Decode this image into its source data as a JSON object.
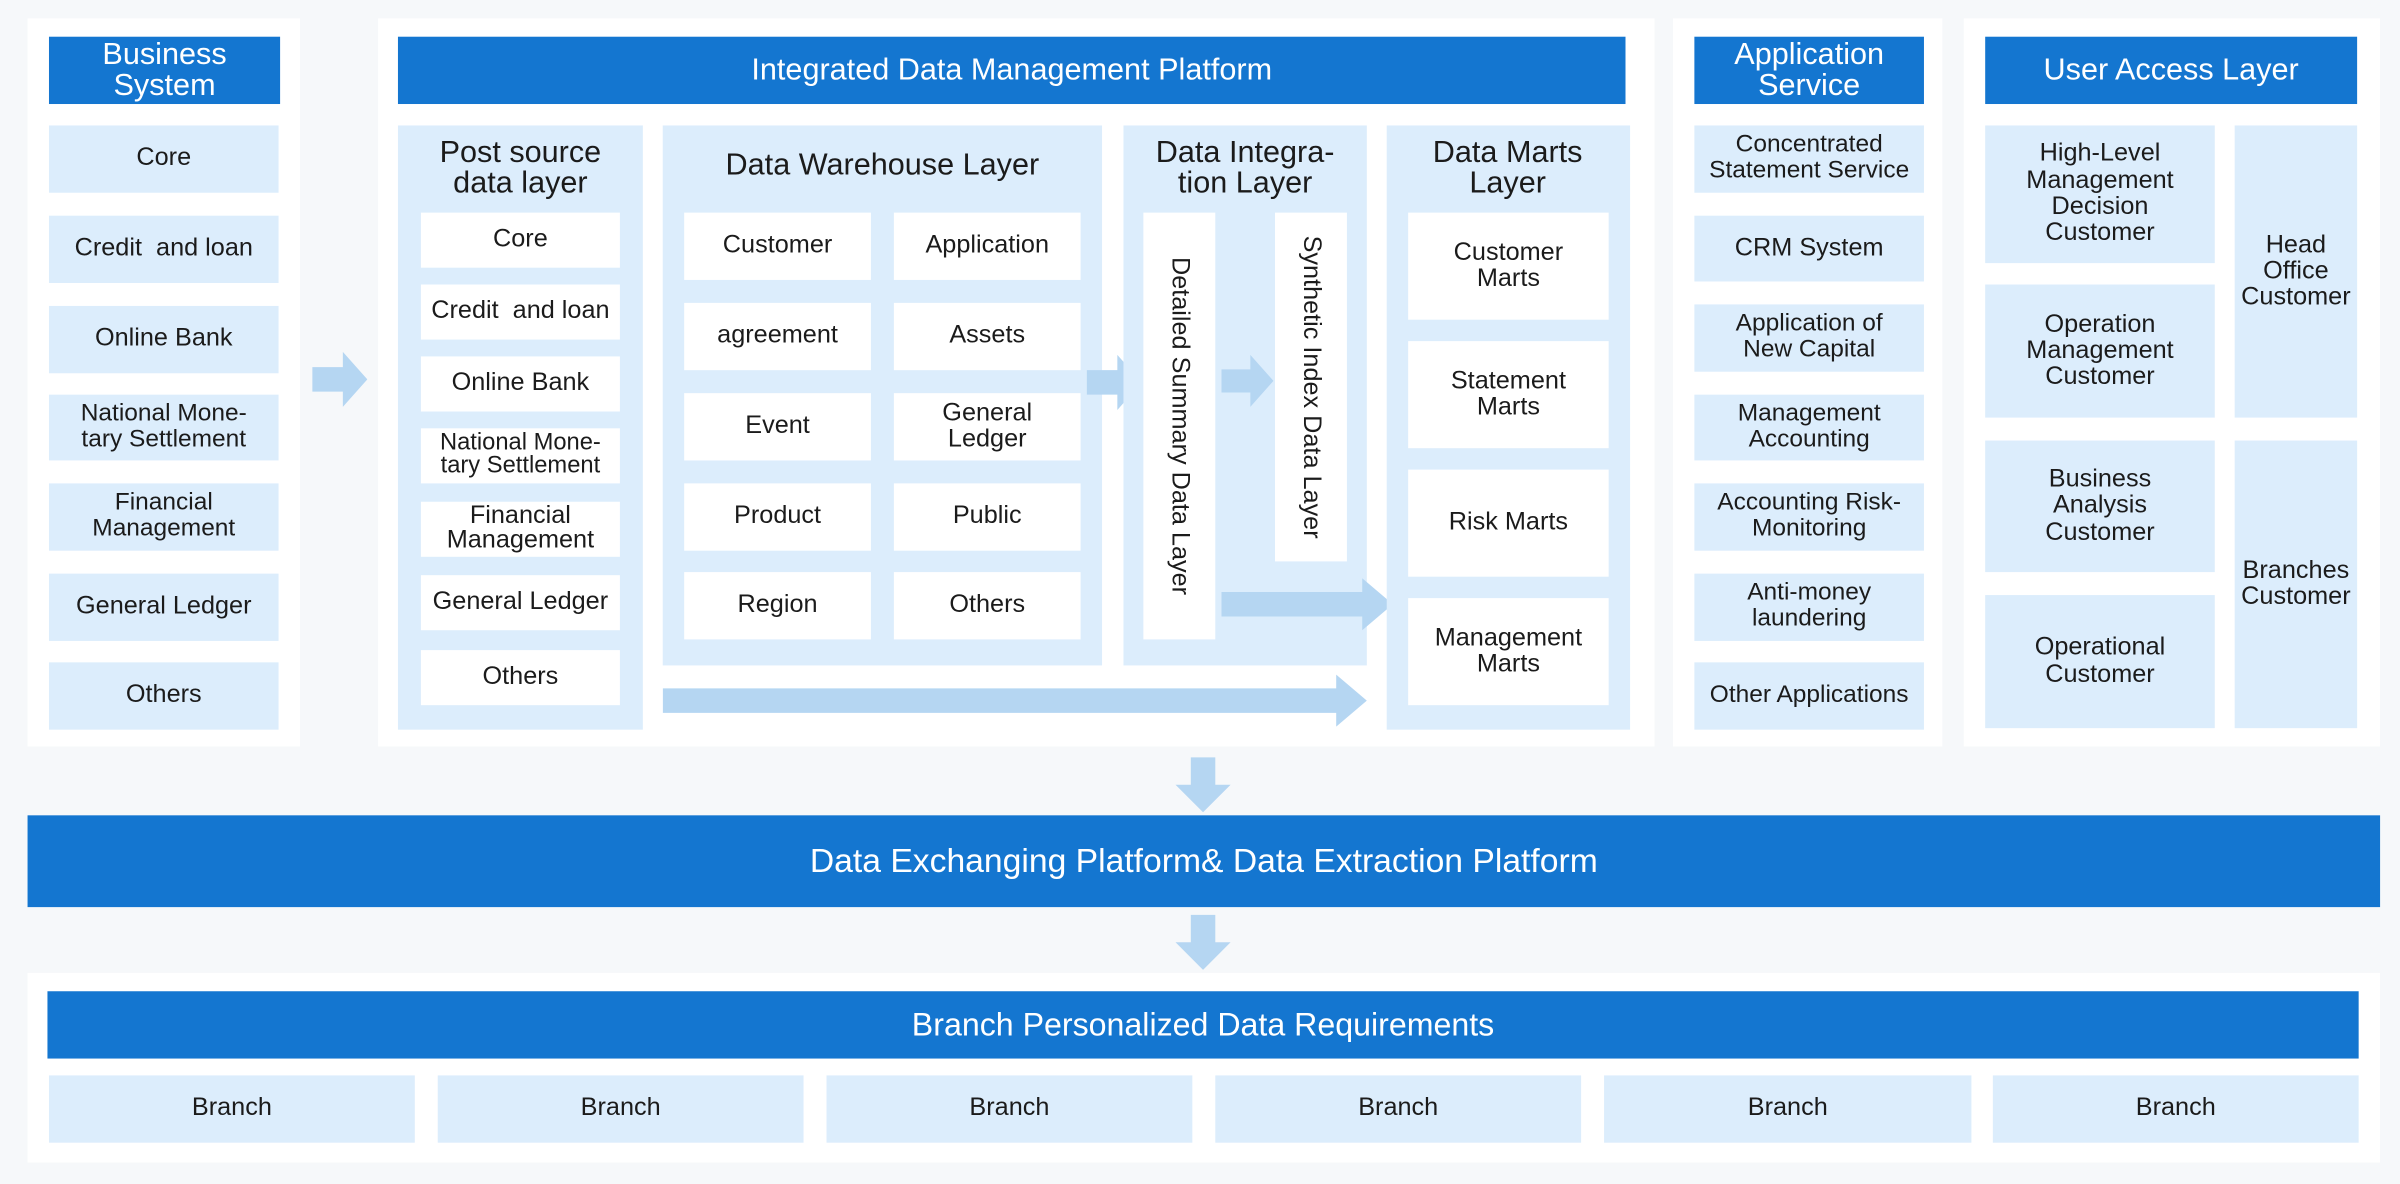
{
  "business": {
    "title": "Business System",
    "items": [
      "Core",
      "Credit  and loan",
      "Online Bank",
      "National Mone-tary Settlement",
      "Financial Management",
      "General Ledger",
      "Others"
    ]
  },
  "platform": {
    "title": "Integrated Data Management Platform",
    "post_source": {
      "title": "Post source data layer",
      "items": [
        "Core",
        "Credit  and loan",
        "Online Bank",
        "National Mone-tary Settlement",
        "Financial Management",
        "General Ledger",
        "Others"
      ]
    },
    "warehouse": {
      "title": "Data Warehouse Layer",
      "items": [
        "Customer",
        "Application",
        "agreement",
        "Assets",
        "Event",
        "General Ledger",
        "Product",
        "Public",
        "Region",
        "Others"
      ]
    },
    "integration": {
      "title": "Data Integra-tion Layer",
      "detailed": "Detailed Summary Data Layer",
      "synthetic": "Synthetic Index Data Layer"
    },
    "marts": {
      "title": "Data Marts Layer",
      "items": [
        "Customer Marts",
        "Statement Marts",
        "Risk Marts",
        "Management Marts"
      ]
    }
  },
  "application": {
    "title": "Application Service",
    "items": [
      "Concentrated Statement Service",
      "CRM System",
      "Application of New Capital",
      "Management Accounting",
      "Accounting Risk-Monitoring",
      "Anti-money laundering",
      "Other Applications"
    ]
  },
  "user_access": {
    "title": "User Access Layer",
    "left_items": [
      "High-Level Management Decision Customer",
      "Operation Management Customer",
      "Business Analysis Customer",
      "Operational Customer"
    ],
    "right_items": [
      "Head Office Customer",
      "Branches Customer"
    ]
  },
  "exchange": {
    "title": "Data Exchanging Platform& Data Extraction Platform"
  },
  "branch": {
    "title": "Branch Personalized Data Requirements",
    "items": [
      "Branch",
      "Branch",
      "Branch",
      "Branch",
      "Branch",
      "Branch"
    ]
  },
  "colors": {
    "header_blue": "#1476d0",
    "light_blue": "#dcedfc",
    "arrow_blue": "#b5d6f2"
  }
}
